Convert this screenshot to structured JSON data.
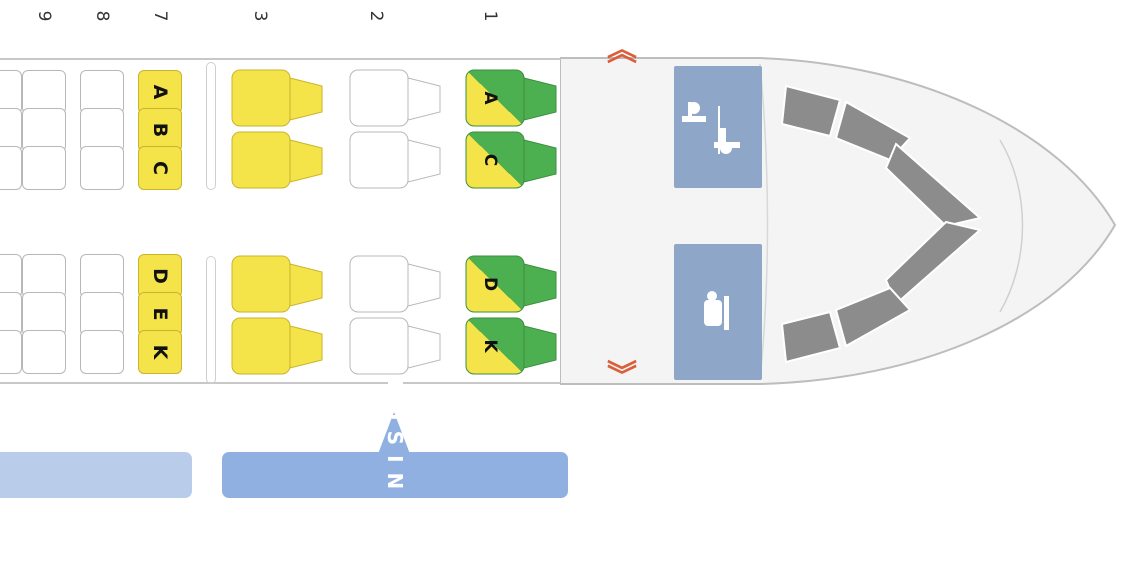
{
  "rows": {
    "labels": [
      {
        "number": "9"
      },
      {
        "number": "8"
      },
      {
        "number": "7"
      },
      {
        "number": "3"
      },
      {
        "number": "2"
      },
      {
        "number": "1"
      }
    ]
  },
  "economy_rows": [
    {
      "row": "9",
      "seats": [
        {
          "letter": "",
          "status": "available"
        },
        {
          "letter": "",
          "status": "available"
        },
        {
          "letter": "",
          "status": "available"
        },
        {
          "letter": "",
          "status": "available"
        },
        {
          "letter": "",
          "status": "available"
        },
        {
          "letter": "",
          "status": "available"
        }
      ]
    },
    {
      "row": "8",
      "seats": [
        {
          "letter": "",
          "status": "available"
        },
        {
          "letter": "",
          "status": "available"
        },
        {
          "letter": "",
          "status": "available"
        },
        {
          "letter": "",
          "status": "available"
        },
        {
          "letter": "",
          "status": "available"
        },
        {
          "letter": "",
          "status": "available"
        }
      ]
    },
    {
      "row": "7",
      "seats": [
        {
          "letter": "A",
          "status": "highlight"
        },
        {
          "letter": "B",
          "status": "highlight"
        },
        {
          "letter": "C",
          "status": "highlight"
        },
        {
          "letter": "D",
          "status": "highlight"
        },
        {
          "letter": "E",
          "status": "highlight"
        },
        {
          "letter": "K",
          "status": "highlight"
        }
      ]
    }
  ],
  "business_rows": [
    {
      "row": "3",
      "seats": [
        {
          "letter": "",
          "status": "yellow"
        },
        {
          "letter": "",
          "status": "yellow"
        },
        {
          "letter": "",
          "status": "yellow"
        },
        {
          "letter": "",
          "status": "yellow"
        }
      ]
    },
    {
      "row": "2",
      "seats": [
        {
          "letter": "",
          "status": "empty"
        },
        {
          "letter": "",
          "status": "empty"
        },
        {
          "letter": "",
          "status": "empty"
        },
        {
          "letter": "",
          "status": "empty"
        }
      ]
    },
    {
      "row": "1",
      "seats": [
        {
          "letter": "A",
          "status": "green-yellow"
        },
        {
          "letter": "C",
          "status": "green-yellow"
        },
        {
          "letter": "D",
          "status": "green-yellow"
        },
        {
          "letter": "K",
          "status": "green-yellow"
        }
      ]
    }
  ],
  "cabin": {
    "business_label": "BUSINESS"
  },
  "icons": {
    "lavatory": "lavatory-icon",
    "galley": "galley-cup-icon",
    "exit_top": "exit-arrow-up-icon",
    "exit_bottom": "exit-arrow-down-icon"
  },
  "colors": {
    "yellow": "#f5e34a",
    "green": "#4caf50",
    "galley_blue": "#8ea6c8",
    "cabin_bar": "#8fb0e0",
    "exit_arrow": "#d9603a"
  }
}
